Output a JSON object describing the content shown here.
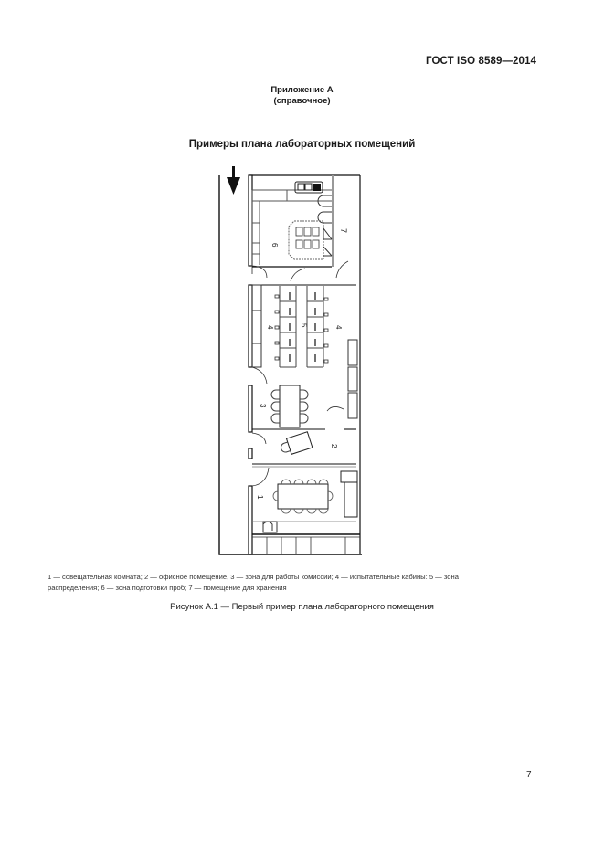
{
  "header": {
    "standard_code": "ГОСТ ISO 8589—2014"
  },
  "annex": {
    "title": "Приложение А",
    "subtitle": "(справочное)"
  },
  "section": {
    "title": "Примеры плана лабораторных помещений"
  },
  "figure": {
    "entrance_icon": "arrow-down-icon",
    "room_labels": {
      "r1": "1",
      "r2": "2",
      "r3": "3",
      "r4a": "4",
      "r4b": "4",
      "r5": "5",
      "r6": "6",
      "r7": "7"
    },
    "legend": {
      "line1": "1 — совещательная комната; 2 — офисное помещение, 3 — зона для работы комиссии; 4 — испытательные кабины: 5 — зона",
      "line2": "распределения; 6 — зона подготовки проб; 7 — помещение для хранения"
    },
    "caption": "Рисунок А.1 — Первый пример плана лабораторного помещения"
  },
  "page": {
    "number": "7"
  }
}
